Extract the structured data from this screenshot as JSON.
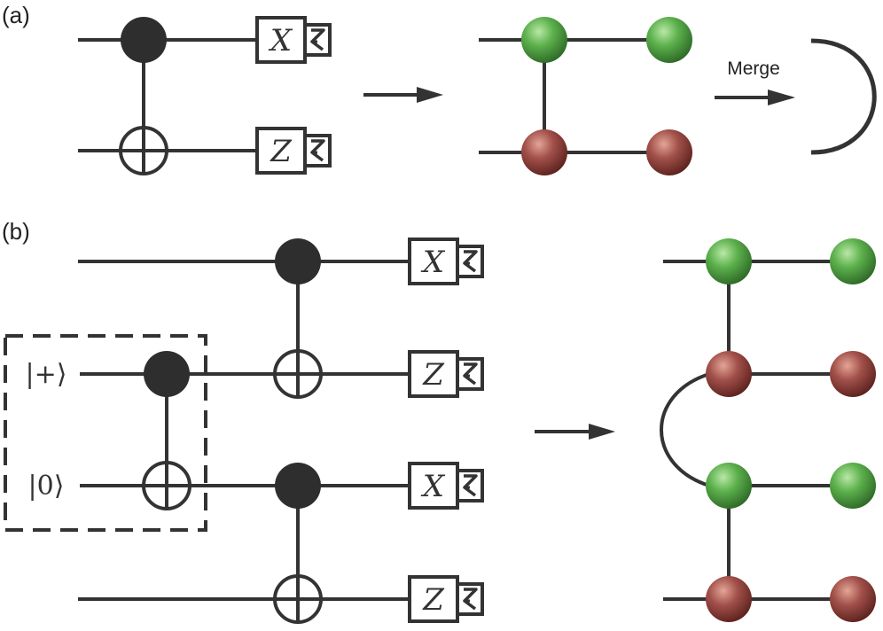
{
  "panels": {
    "a": {
      "label": "(a)"
    },
    "b": {
      "label": "(b)"
    }
  },
  "merge_label": "Merge",
  "measurements": {
    "a_top": "X",
    "a_bottom": "Z",
    "b_1": "X",
    "b_2": "Z",
    "b_3": "X",
    "b_4": "Z"
  },
  "states": {
    "plus": "|+⟩",
    "zero": "|0⟩"
  },
  "colors": {
    "green_node": "#55a84a",
    "red_node": "#9e4a3f",
    "line": "#333333"
  },
  "icons": [
    "meter-icon",
    "arrow-icon",
    "control-dot-icon",
    "cnot-target-icon"
  ]
}
